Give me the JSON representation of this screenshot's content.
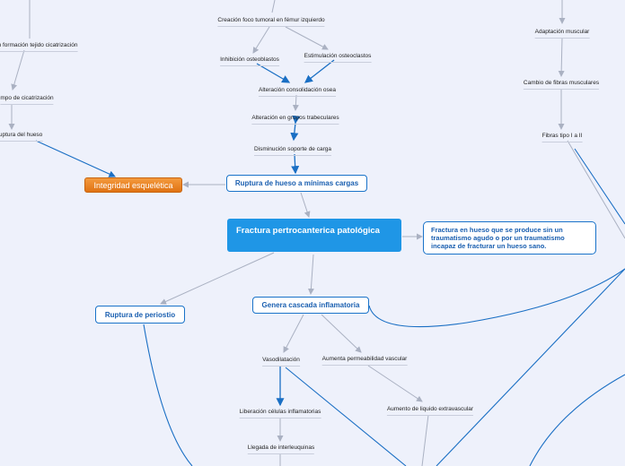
{
  "colors": {
    "background": "#eef1fb",
    "main_fill": "#1f96e6",
    "box_border": "#1a73c9",
    "orange_fill": "#e07314",
    "grey_line": "#aab1c2",
    "blue_line": "#1a6fc4"
  },
  "nodes": {
    "creacion_foco": "Creación foco tumoral en fémur izquierdo",
    "inhibicion_osteoblastos": "Inhibición osteoblastos",
    "estimulacion_osteoclastos": "Estimulación osteoclastos",
    "alteracion_consolidacion": "Alteración consolidación osea",
    "alteracion_grupos": "Alteración en grupos trabeculares",
    "disminucion_soporte": "Disminución soporte de carga",
    "ruptura_hueso": "Ruptura de hueso a mínimas cargas",
    "integridad": "Integridad esquelética",
    "main_title": "Fractura pertrocanterica patológica",
    "definition": "Fractura en hueso que se produce sin un traumatismo agudo o por un traumatismo incapaz de fracturar un hueso sano.",
    "ruptura_periostio": "Ruptura de periostio",
    "genera_cascada": "Genera cascada inflamatoria",
    "vasodilatacion": "Vasodilatación",
    "aumento_permeabilidad": "Aumenta permeabilidad vascular",
    "aumento_liquido": "Aumento de liquido extravascular",
    "liberacion_celulas": "Liberación células inflamatorias",
    "llegada_interleuquinas": "Llegada de interleuquinas",
    "formacion_tejido": "n formación tejido cicatrización",
    "tiempo_cicatrizacion": "mpo de cicatrización",
    "ruptura_del_hueso": "ruptura del hueso",
    "adaptacion_muscular": "Adaptación muscular",
    "cambio_fibras": "Cambio de fibras musculares",
    "fibras_tipo": "Fibras tipo I a II"
  }
}
